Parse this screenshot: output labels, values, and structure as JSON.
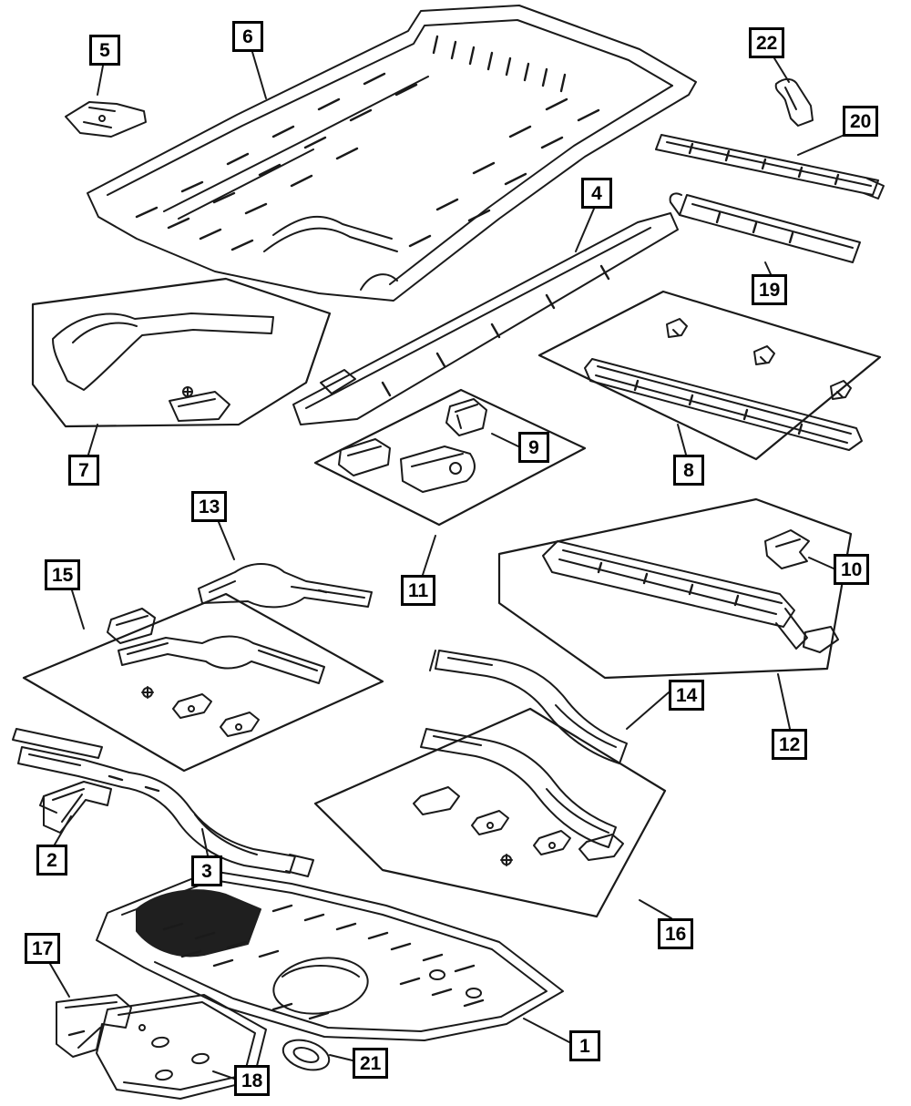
{
  "diagram": {
    "type": "exploded-parts-diagram",
    "background": "#ffffff",
    "line_color": "#1a1a1a",
    "callouts": [
      {
        "label": "1"
      },
      {
        "label": "2"
      },
      {
        "label": "3"
      },
      {
        "label": "4"
      },
      {
        "label": "5"
      },
      {
        "label": "6"
      },
      {
        "label": "7"
      },
      {
        "label": "8"
      },
      {
        "label": "9"
      },
      {
        "label": "10"
      },
      {
        "label": "11"
      },
      {
        "label": "12"
      },
      {
        "label": "13"
      },
      {
        "label": "14"
      },
      {
        "label": "15"
      },
      {
        "label": "16"
      },
      {
        "label": "17"
      },
      {
        "label": "18"
      },
      {
        "label": "19"
      },
      {
        "label": "20"
      },
      {
        "label": "21"
      },
      {
        "label": "22"
      }
    ]
  }
}
